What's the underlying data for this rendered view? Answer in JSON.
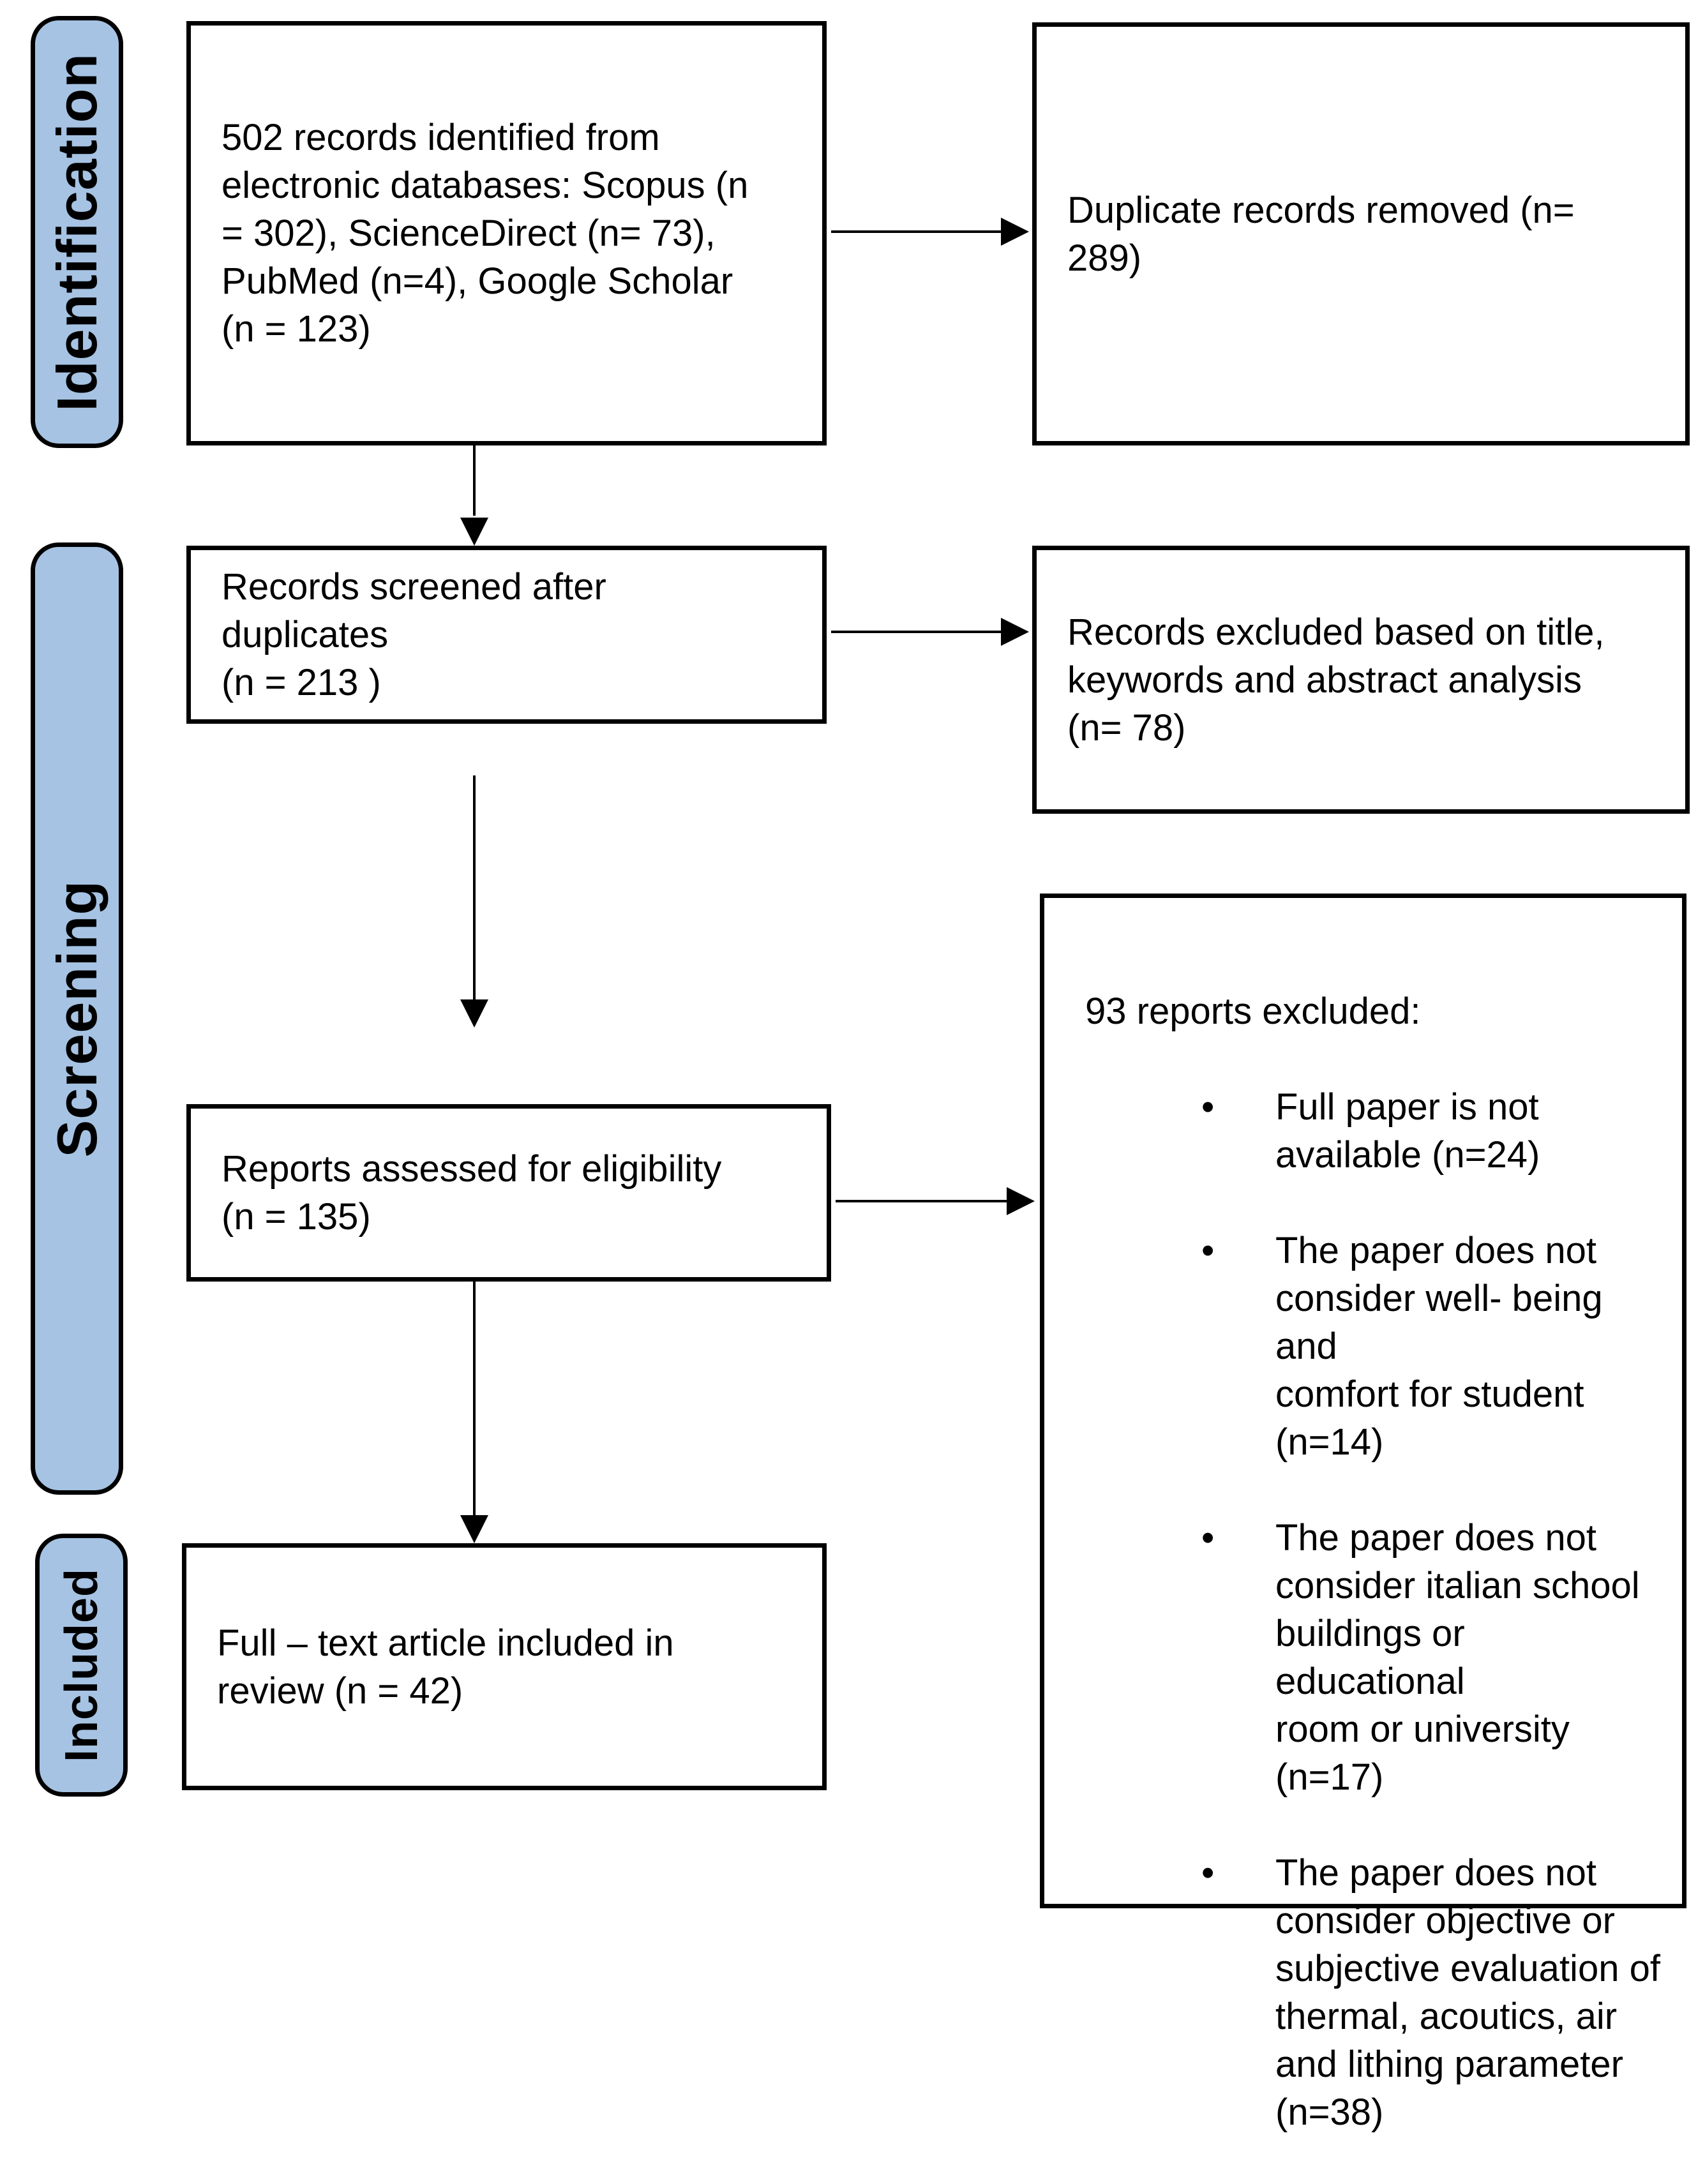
{
  "figure": {
    "stage_labels": {
      "identification": "Identification",
      "screening": "Screening",
      "included": "Included"
    },
    "boxes": {
      "identified": "502 records identified from\nelectronic databases: Scopus (n\n= 302), ScienceDirect (n= 73),\nPubMed (n=4), Google Scholar\n(n = 123)",
      "duplicates_removed": "Duplicate records removed (n=\n289)",
      "screened": "Records screened after\nduplicates\n(n = 213 )",
      "title_keywords_excluded": "Records excluded based on title,\nkeywords and abstract analysis\n(n= 78)",
      "assessed": "Reports assessed for eligibility\n(n = 135)",
      "full_text_included": "Full – text article included in\nreview (n = 42)"
    },
    "reports_excluded": {
      "title": "93 reports excluded:",
      "items": [
        "Full paper is not\navailable (n=24)",
        "The paper does not\nconsider well- being and\ncomfort for student\n(n=14)",
        "The paper does not\nconsider italian school\nbuildings or educational\nroom or university\n(n=17)",
        "The paper does not\nconsider objective or\nsubjective evaluation of\nthermal, acoutics, air\nand lithing parameter\n(n=38)"
      ]
    },
    "colors": {
      "stage_fill": "#A6C3E3",
      "line": "#000000"
    }
  }
}
